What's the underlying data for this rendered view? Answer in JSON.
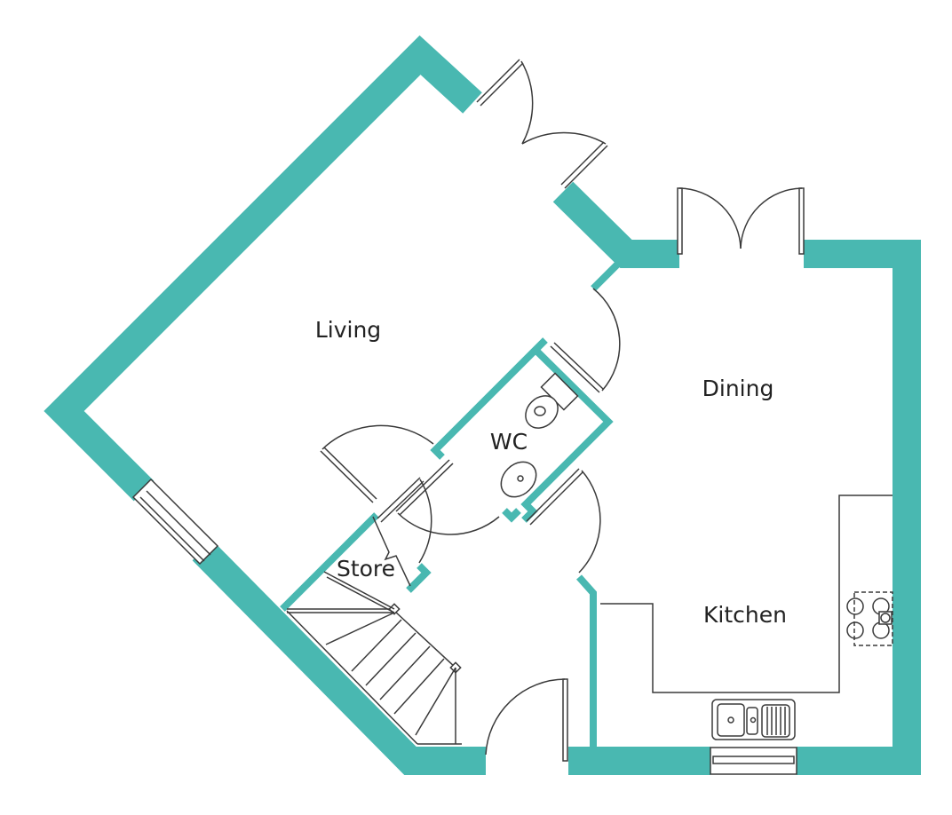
{
  "plan": {
    "rooms": {
      "living": "Living",
      "dining": "Dining",
      "wc": "WC",
      "store": "Store",
      "kitchen": "Kitchen"
    },
    "colors": {
      "wall": "#49b8b1",
      "line": "#3a3a3a"
    }
  }
}
